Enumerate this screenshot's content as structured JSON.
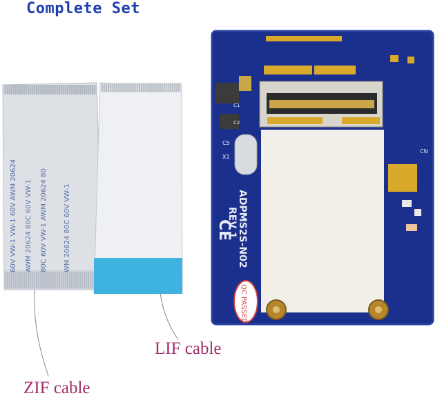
{
  "header": {
    "title": "Complete Set"
  },
  "captions": {
    "lif": "LIF cable",
    "zif": "ZIF cable"
  },
  "cable_print": {
    "col1": "60V VW-1 VW-1 60V AWM 20624",
    "col2": "AWM 20624 80C 60V VW-1",
    "col3": "80C 60V VW-1 AWM 20624 80",
    "col4": "WM 20624 80C 60V VW-1"
  },
  "board": {
    "model": "ADPMS2S-N02",
    "rev": "REV 1",
    "ce_mark": "CE",
    "qc_stamp": "QC PASSED",
    "labels": {
      "c5": "C5",
      "x1": "X1",
      "cn": "CN",
      "c1": "C1",
      "c2": "C2"
    }
  },
  "colors": {
    "pcb": "#1b2f8c",
    "pcb_edge": "#27409f",
    "gold": "#d9a92c",
    "lif_tip": "#3fb3e0",
    "caption": "#a0306a",
    "title": "#1f3fae"
  }
}
